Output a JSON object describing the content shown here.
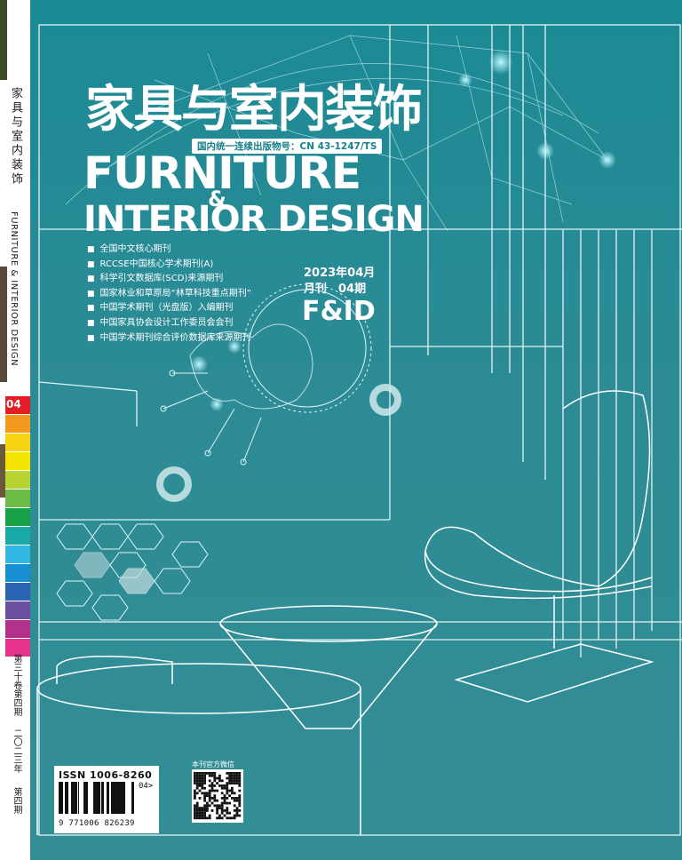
{
  "spine": {
    "title_cn": "家具与室内装饰",
    "title_en": "FURNITURE & INTERIOR DESIGN",
    "issue_badge": "04",
    "volume": "第三十卷第四期",
    "year": "二〇二三年",
    "issue": "第四期",
    "bar_colors": [
      "#e31e25",
      "#f39a1e",
      "#f8d312",
      "#f5e400",
      "#b8d433",
      "#6cbb45",
      "#17a046",
      "#19a9a6",
      "#33b8e6",
      "#178fd2",
      "#2b63b4",
      "#6b4fa0",
      "#b1318d",
      "#e5338b"
    ]
  },
  "cover": {
    "title_cn": "家具与室内装饰",
    "publication_number": "国内统一连续出版物号：CN 43-1247/TS",
    "title_en_line1": "FURNITURE",
    "ampersand": "&",
    "title_en_line2": "INTERIOR DESIGN",
    "features": [
      "全国中文核心期刊",
      "RCCSE中国核心学术期刊(A)",
      "科学引文数据库(SCD)来源期刊",
      "国家林业和草原局“林草科技重点期刊”",
      "中国学术期刊（光盘版）入编期刊",
      "中国家具协会设计工作委员会会刊",
      "中国学术期刊综合评价数据库来源期刊"
    ],
    "issue_date": "2023年04月",
    "issue_freq": "月刊　04期",
    "logo": "F&ID",
    "issn": "ISSN 1006-8260",
    "barcode_digits": "9 771006 826239",
    "barcode_addon": "04>",
    "qr_label": "本刊官方微信",
    "accent_color": "#2b8b95"
  }
}
